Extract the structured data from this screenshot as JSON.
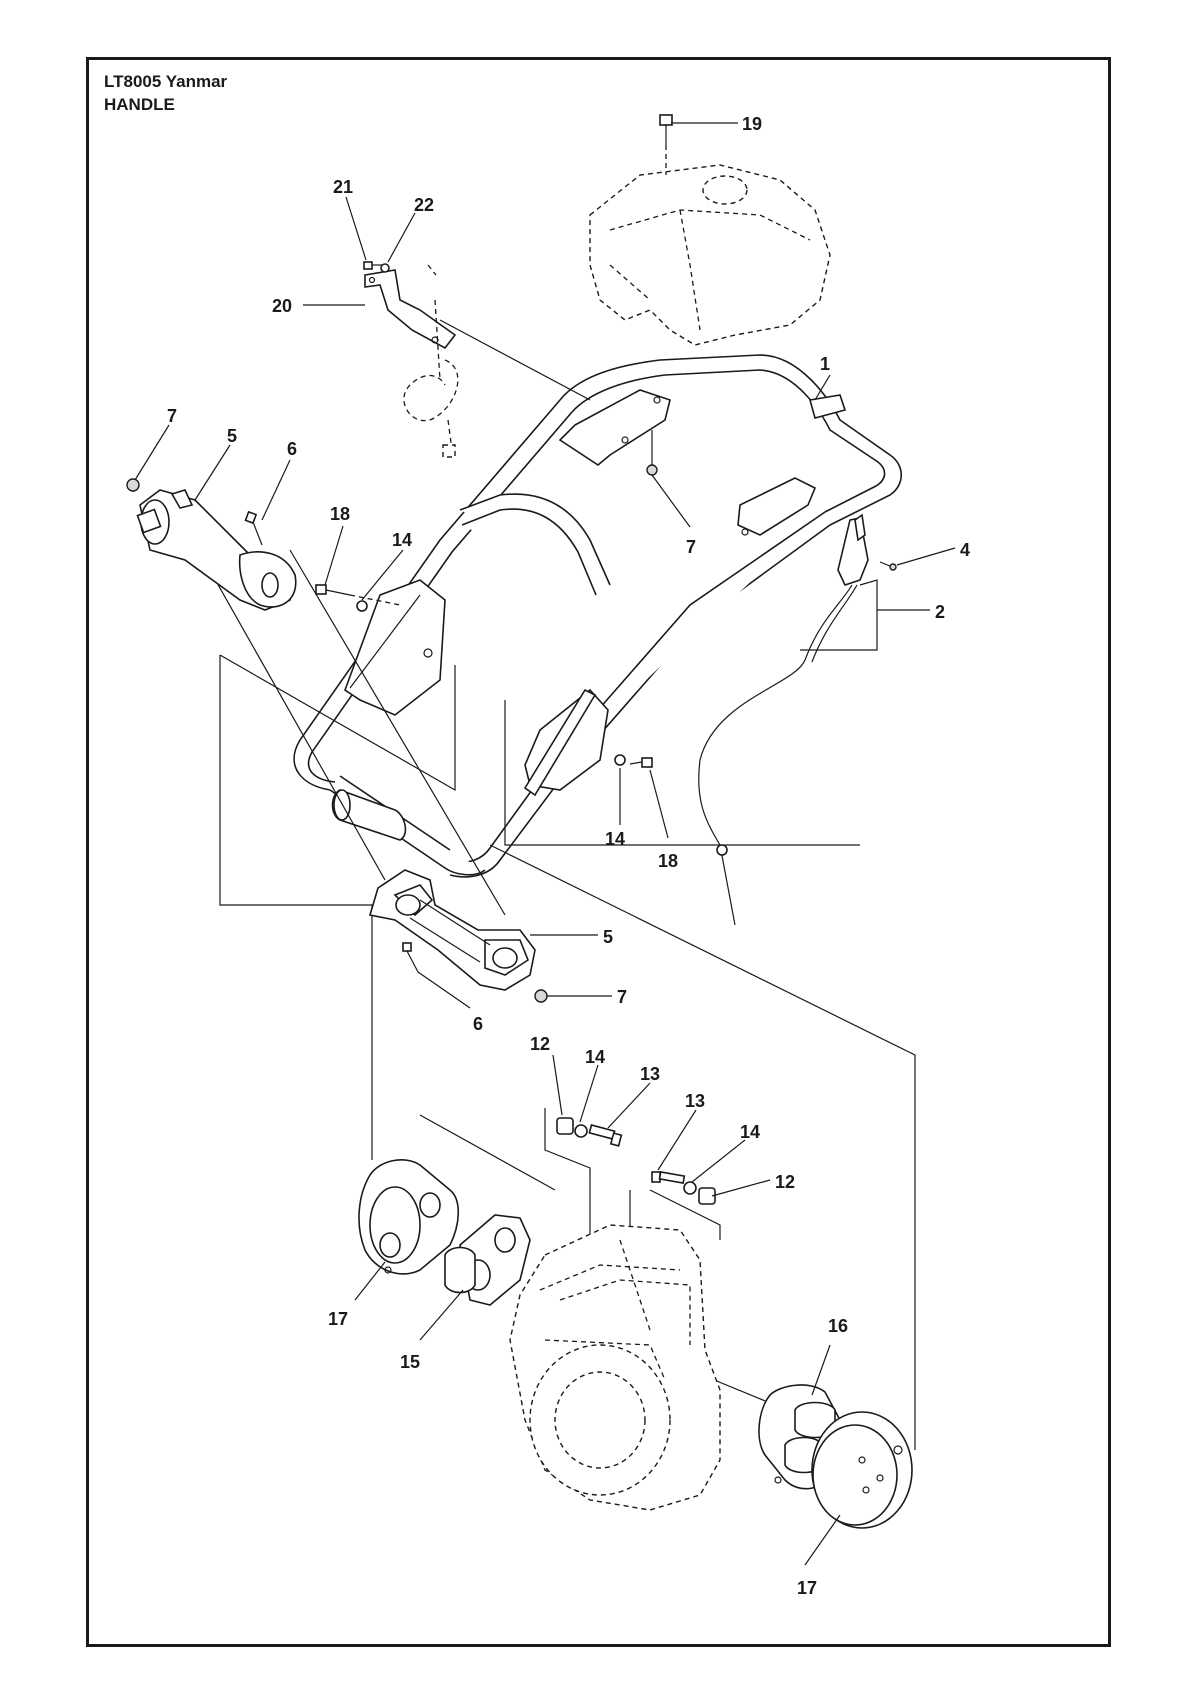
{
  "header": {
    "model": "LT8005 Yanmar",
    "section": "HANDLE"
  },
  "callouts": [
    {
      "id": "c1",
      "label": "1"
    },
    {
      "id": "c2",
      "label": "2"
    },
    {
      "id": "c4",
      "label": "4"
    },
    {
      "id": "c5a",
      "label": "5"
    },
    {
      "id": "c5b",
      "label": "5"
    },
    {
      "id": "c6a",
      "label": "6"
    },
    {
      "id": "c6b",
      "label": "6"
    },
    {
      "id": "c7a",
      "label": "7"
    },
    {
      "id": "c7b",
      "label": "7"
    },
    {
      "id": "c7c",
      "label": "7"
    },
    {
      "id": "c12a",
      "label": "12"
    },
    {
      "id": "c12b",
      "label": "12"
    },
    {
      "id": "c13a",
      "label": "13"
    },
    {
      "id": "c13b",
      "label": "13"
    },
    {
      "id": "c14a",
      "label": "14"
    },
    {
      "id": "c14b",
      "label": "14"
    },
    {
      "id": "c14c",
      "label": "14"
    },
    {
      "id": "c14d",
      "label": "14"
    },
    {
      "id": "c15",
      "label": "15"
    },
    {
      "id": "c16",
      "label": "16"
    },
    {
      "id": "c17a",
      "label": "17"
    },
    {
      "id": "c17b",
      "label": "17"
    },
    {
      "id": "c18a",
      "label": "18"
    },
    {
      "id": "c18b",
      "label": "18"
    },
    {
      "id": "c19",
      "label": "19"
    },
    {
      "id": "c20",
      "label": "20"
    },
    {
      "id": "c21",
      "label": "21"
    },
    {
      "id": "c22",
      "label": "22"
    }
  ]
}
